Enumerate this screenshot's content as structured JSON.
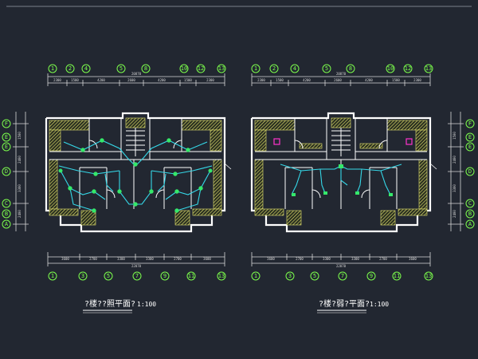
{
  "plans": [
    {
      "title": "?楼??照平面?",
      "scale": "1:100",
      "top_axes": [
        "1",
        "2",
        "4",
        "5",
        "8",
        "10",
        "12",
        "13"
      ],
      "bottom_axes": [
        "1",
        "3",
        "5",
        "7",
        "9",
        "11",
        "13"
      ],
      "left_axes": [
        "F",
        "E",
        "E",
        "D",
        "C",
        "B",
        "A"
      ],
      "top_dims": [
        "2300",
        "1500",
        "4200",
        "2600",
        "4200",
        "1500",
        "2300"
      ],
      "top_total": "20870",
      "bottom_dims": [
        "3600",
        "2700",
        "3300",
        "3300",
        "2700",
        "3600"
      ],
      "bottom_total": "22070",
      "side_dims": [
        "1500",
        "2400",
        "3300",
        "2400"
      ]
    },
    {
      "title": "?楼?弱?平面?",
      "scale": "1:100",
      "top_axes": [
        "1",
        "2",
        "4",
        "5",
        "8",
        "10",
        "12",
        "13"
      ],
      "bottom_axes": [
        "1",
        "3",
        "5",
        "7",
        "9",
        "11",
        "13"
      ],
      "right_axes": [
        "F",
        "E",
        "E",
        "D",
        "C",
        "B",
        "A"
      ],
      "top_dims": [
        "2300",
        "1500",
        "4200",
        "2600",
        "4200",
        "1500",
        "2300"
      ],
      "top_total": "20870",
      "bottom_dims": [
        "3600",
        "2700",
        "3300",
        "3300",
        "2700",
        "3600"
      ],
      "bottom_total": "22070",
      "side_dims": [
        "1500",
        "2400",
        "3300",
        "2400"
      ]
    }
  ],
  "colors": {
    "background": "#222731",
    "axis": "#7cff4c",
    "wire": "#35d8e8",
    "hatch": "#e8e870",
    "fixture": "#35e86a",
    "device": "#ff33cc"
  }
}
